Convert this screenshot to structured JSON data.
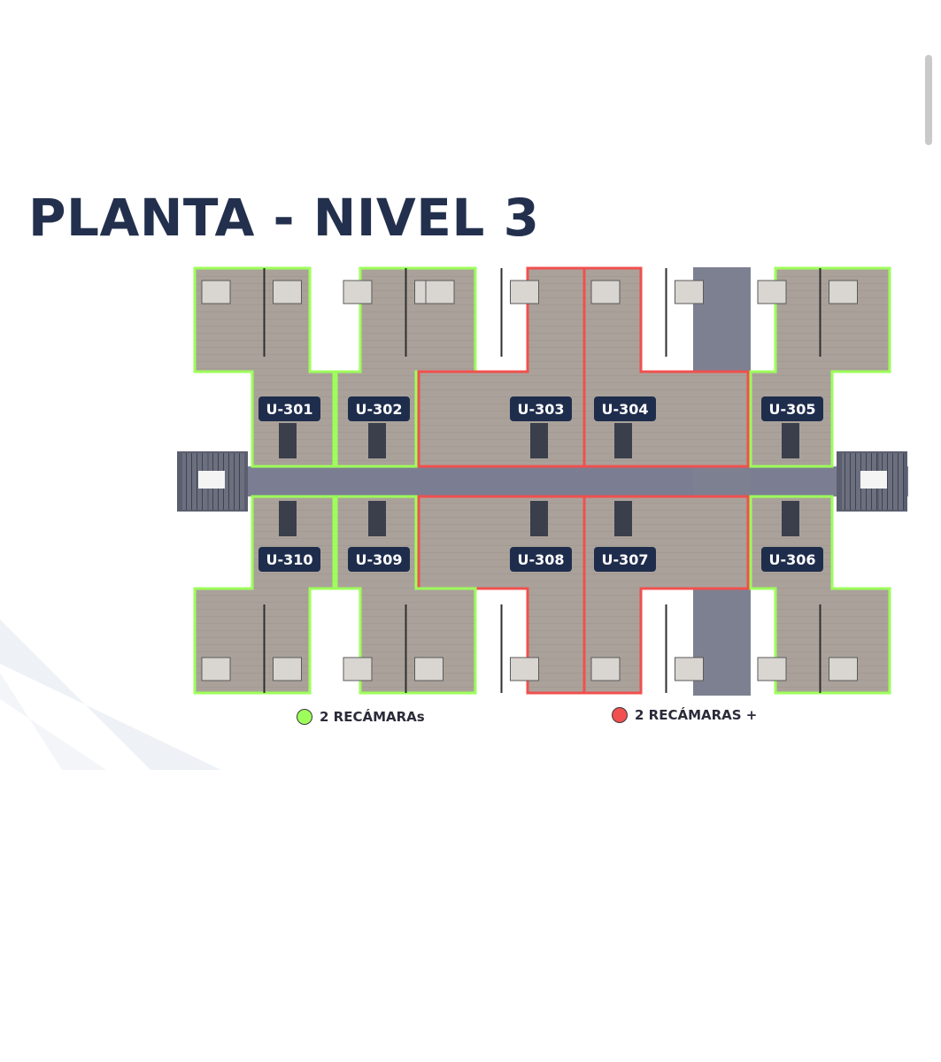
{
  "title": "PLANTA - NIVEL 3",
  "colors": {
    "title": "#23304d",
    "two_bedroom": "#9dff5a",
    "two_bedroom_plus": "#f0504f",
    "label_bg": "#1f2d4d",
    "corridor": "#7b7e92",
    "floor": "#a9a19a"
  },
  "units": [
    {
      "id": "U-301",
      "category": "2 RECÁMARAS"
    },
    {
      "id": "U-302",
      "category": "2 RECÁMARAS"
    },
    {
      "id": "U-303",
      "category": "2 RECÁMARAS +"
    },
    {
      "id": "U-304",
      "category": "2 RECÁMARAS +"
    },
    {
      "id": "U-305",
      "category": "2 RECÁMARAS"
    },
    {
      "id": "U-306",
      "category": "2 RECÁMARAS"
    },
    {
      "id": "U-307",
      "category": "2 RECÁMARAS +"
    },
    {
      "id": "U-308",
      "category": "2 RECÁMARAS +"
    },
    {
      "id": "U-309",
      "category": "2 RECÁMARAS"
    },
    {
      "id": "U-310",
      "category": "2 RECÁMARAS"
    }
  ],
  "legend": [
    {
      "label": "2 RECÁMARAs",
      "color": "#9dff5a"
    },
    {
      "label": "2 RECÁMARAS +",
      "color": "#f0504f"
    }
  ]
}
